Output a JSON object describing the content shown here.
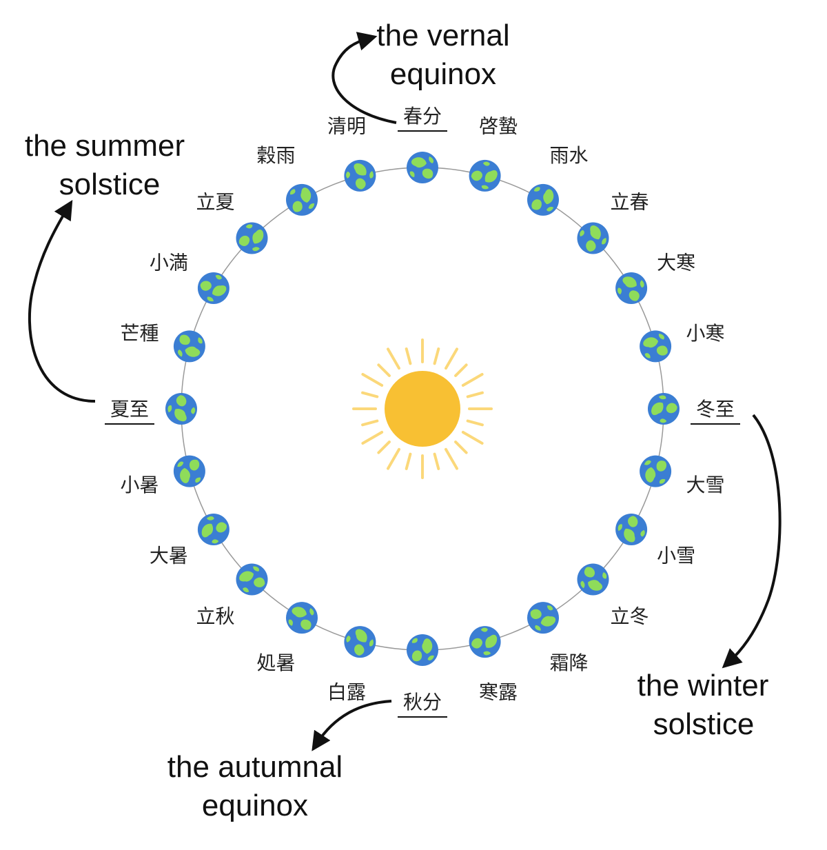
{
  "terms": [
    {
      "label": "春分",
      "angle": 90,
      "emphasis": true
    },
    {
      "label": "清明",
      "angle": 105,
      "emphasis": false
    },
    {
      "label": "穀雨",
      "angle": 120,
      "emphasis": false
    },
    {
      "label": "立夏",
      "angle": 135,
      "emphasis": false
    },
    {
      "label": "小満",
      "angle": 150,
      "emphasis": false
    },
    {
      "label": "芒種",
      "angle": 165,
      "emphasis": false
    },
    {
      "label": "夏至",
      "angle": 180,
      "emphasis": true
    },
    {
      "label": "小暑",
      "angle": 195,
      "emphasis": false
    },
    {
      "label": "大暑",
      "angle": 210,
      "emphasis": false
    },
    {
      "label": "立秋",
      "angle": 225,
      "emphasis": false
    },
    {
      "label": "処暑",
      "angle": 240,
      "emphasis": false
    },
    {
      "label": "白露",
      "angle": 255,
      "emphasis": false
    },
    {
      "label": "秋分",
      "angle": 270,
      "emphasis": true
    },
    {
      "label": "寒露",
      "angle": 285,
      "emphasis": false
    },
    {
      "label": "霜降",
      "angle": 300,
      "emphasis": false
    },
    {
      "label": "立冬",
      "angle": 315,
      "emphasis": false
    },
    {
      "label": "小雪",
      "angle": 330,
      "emphasis": false
    },
    {
      "label": "大雪",
      "angle": 345,
      "emphasis": false
    },
    {
      "label": "冬至",
      "angle": 0,
      "emphasis": true
    },
    {
      "label": "小寒",
      "angle": 15,
      "emphasis": false
    },
    {
      "label": "大寒",
      "angle": 30,
      "emphasis": false
    },
    {
      "label": "立春",
      "angle": 45,
      "emphasis": false
    },
    {
      "label": "雨水",
      "angle": 60,
      "emphasis": false
    },
    {
      "label": "啓蟄",
      "angle": 75,
      "emphasis": false
    }
  ],
  "annotations": {
    "vernal": {
      "line1": "the vernal",
      "line2": "equinox"
    },
    "summer": {
      "line1": "the summer",
      "line2": "solstice"
    },
    "winter": {
      "line1": "the winter",
      "line2": "solstice"
    },
    "autumnal": {
      "line1": "the autumnal",
      "line2": "equinox"
    }
  },
  "colors": {
    "sun": "#f8c033",
    "ray": "#fbd87a",
    "ocean": "#3b7ed3",
    "land": "#8fdc5a",
    "orbit": "#999999",
    "text": "#222222"
  },
  "icons": {
    "center": "sun-icon",
    "orbiting": "earth-icon"
  }
}
